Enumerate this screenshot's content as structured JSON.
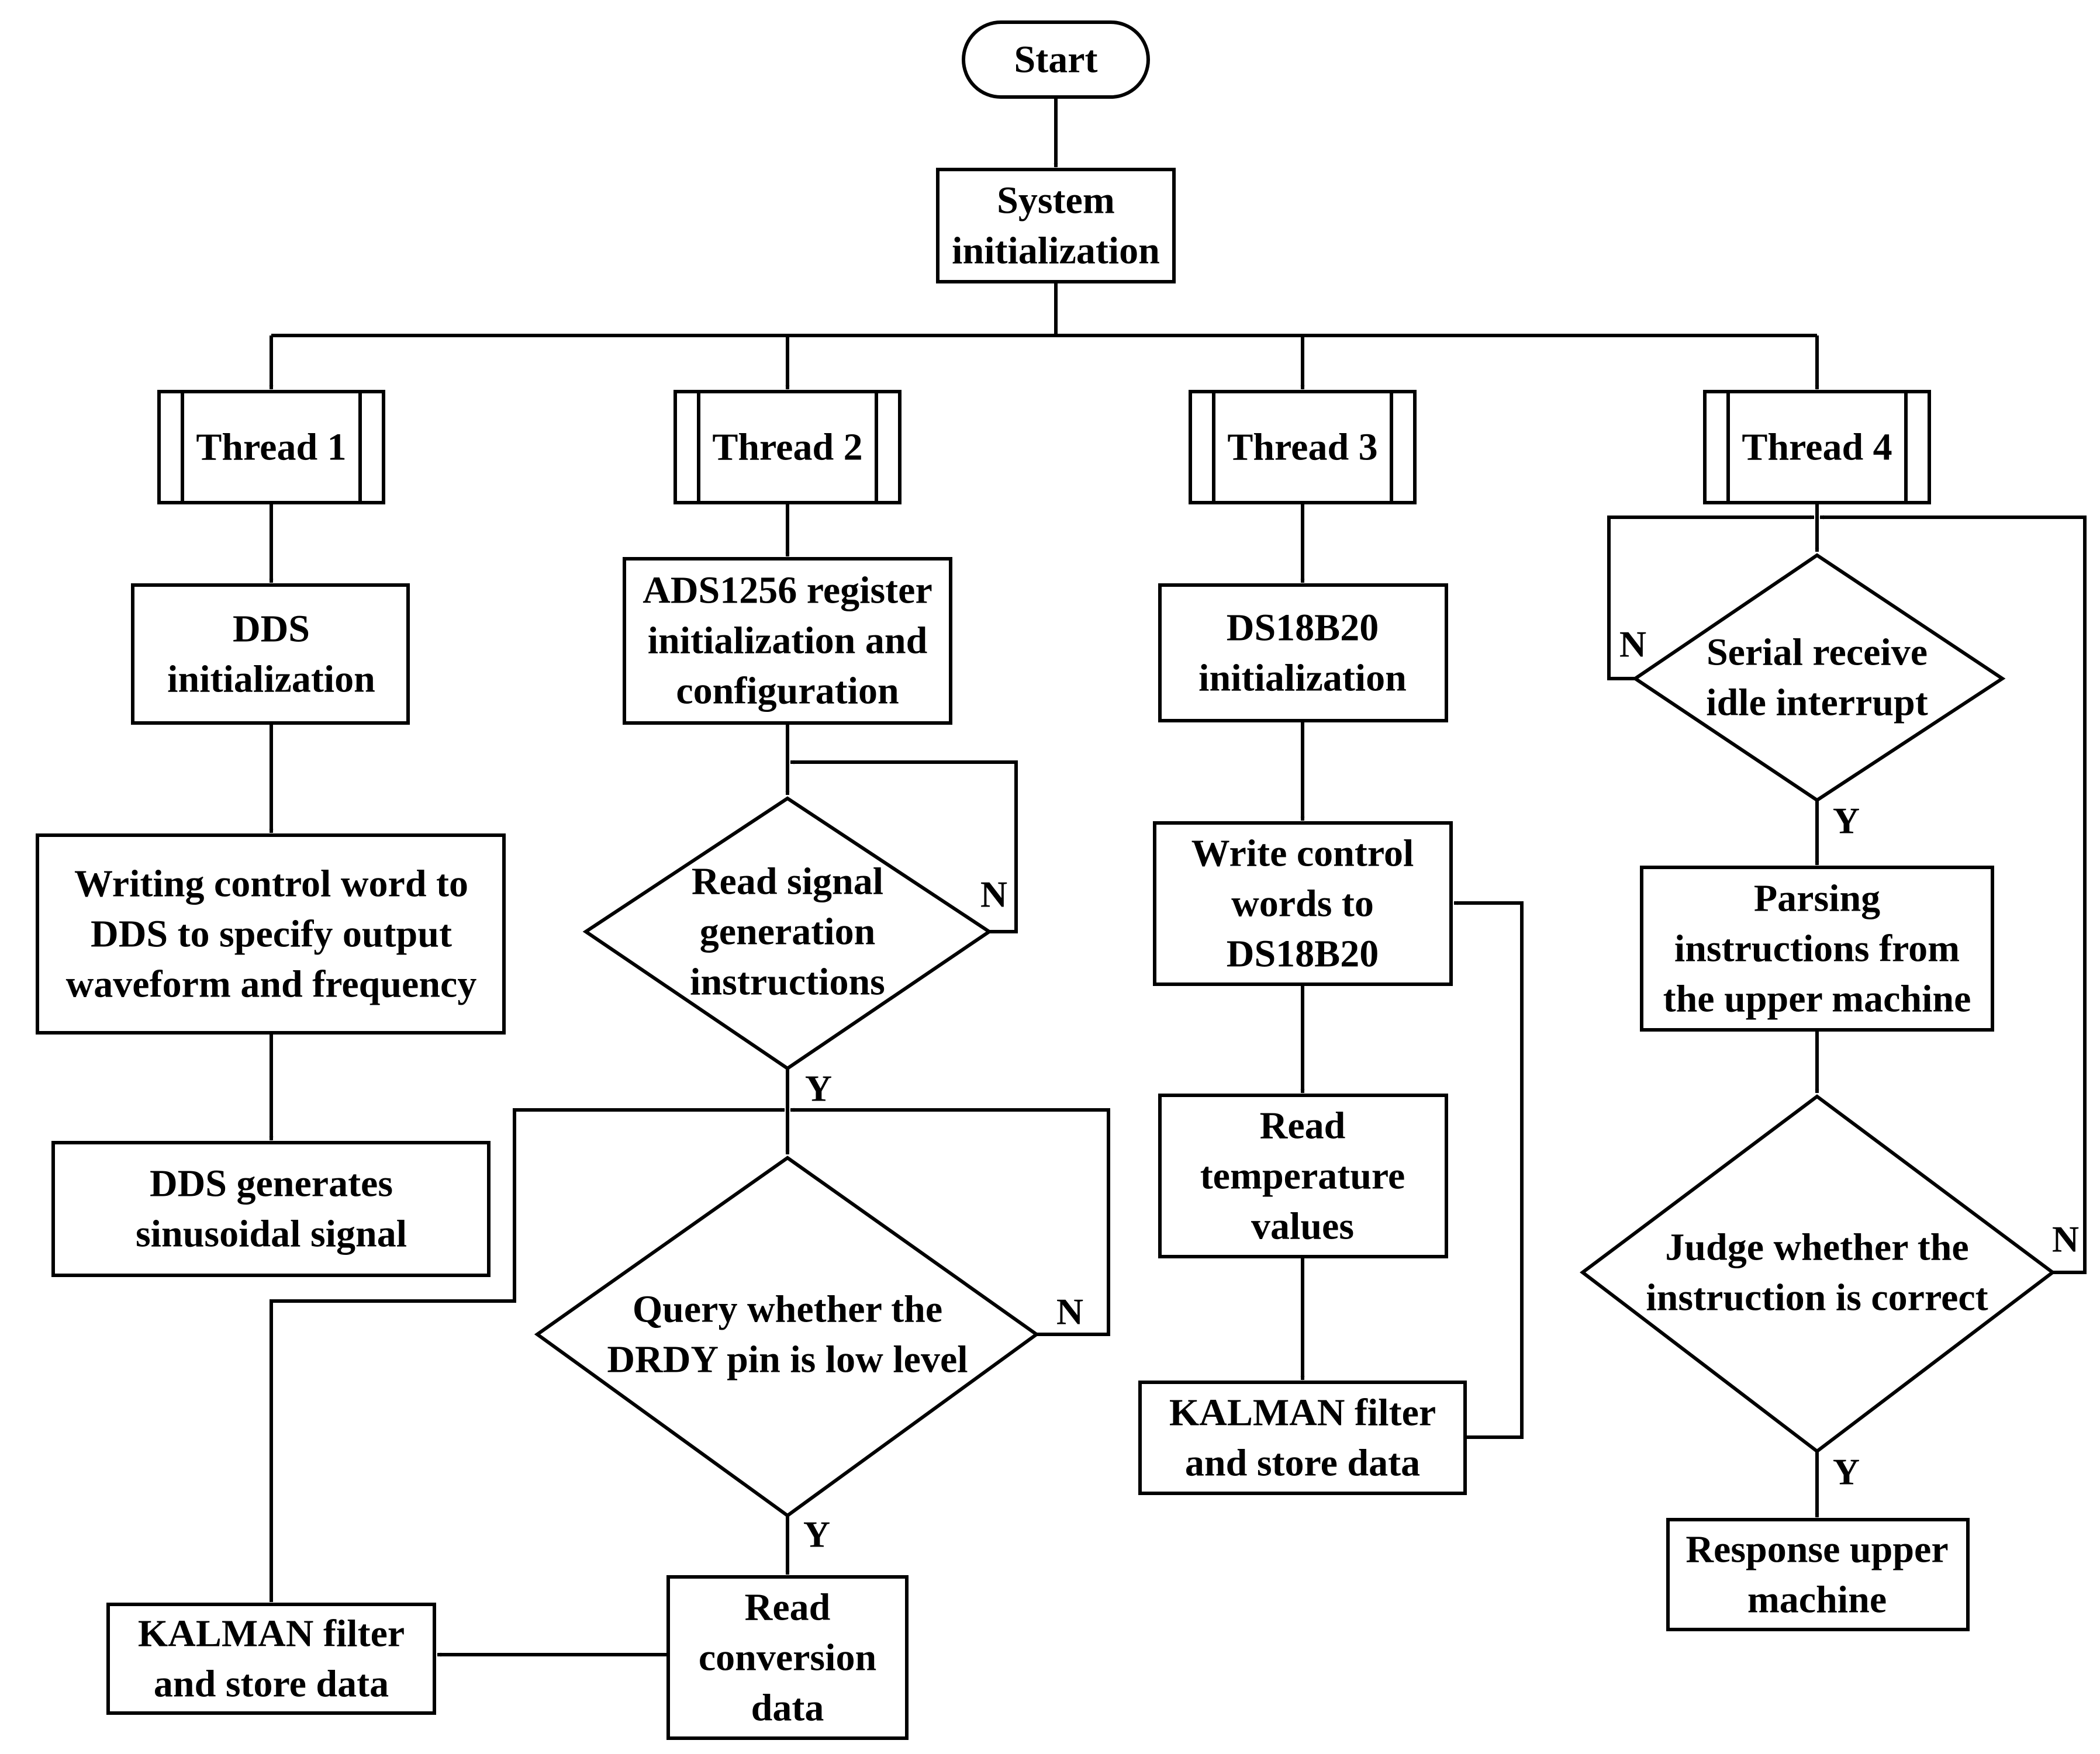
{
  "nodes": {
    "start": [
      "Start"
    ],
    "sys_init": [
      "System",
      "initialization"
    ],
    "thread1": [
      "Thread 1"
    ],
    "thread2": [
      "Thread 2"
    ],
    "thread3": [
      "Thread 3"
    ],
    "thread4": [
      "Thread 4"
    ],
    "dds_init": [
      "DDS",
      "initialization"
    ],
    "dds_write": [
      "Writing control word to",
      "DDS to specify output",
      "waveform and frequency"
    ],
    "dds_gen": [
      "DDS generates",
      "sinusoidal signal"
    ],
    "kalman1": [
      "KALMAN filter",
      "and store data"
    ],
    "ads_init": [
      "ADS1256 register",
      "initialization and",
      "configuration"
    ],
    "read_sig": [
      "Read signal",
      "generation",
      "instructions"
    ],
    "drdy": [
      "Query whether the",
      "DRDY pin is low level"
    ],
    "read_conv": [
      "Read",
      "conversion",
      "data"
    ],
    "ds_init": [
      "DS18B20",
      "initialization"
    ],
    "ds_write": [
      "Write control",
      "words to",
      "DS18B20"
    ],
    "read_temp": [
      "Read",
      "temperature",
      "values"
    ],
    "kalman3": [
      "KALMAN filter",
      "and store data"
    ],
    "serial": [
      "Serial receive",
      "idle interrupt"
    ],
    "parse": [
      "Parsing",
      "instructions from",
      "the upper machine"
    ],
    "judge": [
      "Judge whether the",
      "instruction is correct"
    ],
    "response": [
      "Response upper",
      "machine"
    ]
  },
  "branch_labels": {
    "read_sig_no": "N",
    "read_sig_yes": "Y",
    "drdy_no": "N",
    "drdy_yes": "Y",
    "serial_no": "N",
    "serial_yes": "Y",
    "judge_no": "N",
    "judge_yes": "Y"
  }
}
